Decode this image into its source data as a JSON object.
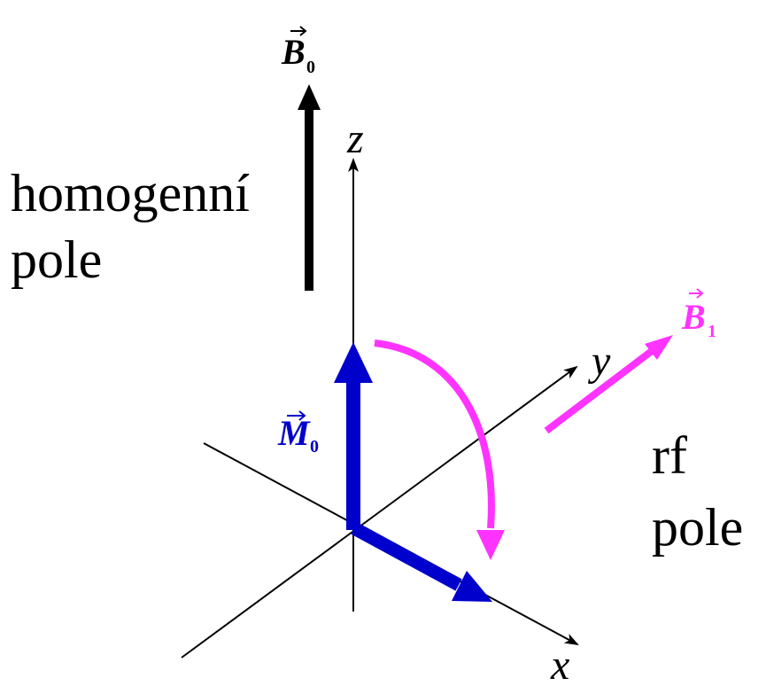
{
  "labels": {
    "homogeneous_field": [
      "homogenní",
      "pole"
    ],
    "rf_field": [
      "rf",
      "pole"
    ]
  },
  "axes": {
    "x": "x",
    "y": "y",
    "z": "z"
  },
  "vectors": {
    "B0": {
      "symbol": "B",
      "subscript": "0",
      "color": "#000000"
    },
    "B1": {
      "symbol": "B",
      "subscript": "1",
      "color": "#ff33ff"
    },
    "M0": {
      "symbol": "M",
      "subscript": "0",
      "color": "#0000cc"
    }
  },
  "colors": {
    "axes": "#000000",
    "magnetization": "#0000cc",
    "rf": "#ff33ff",
    "background": "#ffffff"
  }
}
